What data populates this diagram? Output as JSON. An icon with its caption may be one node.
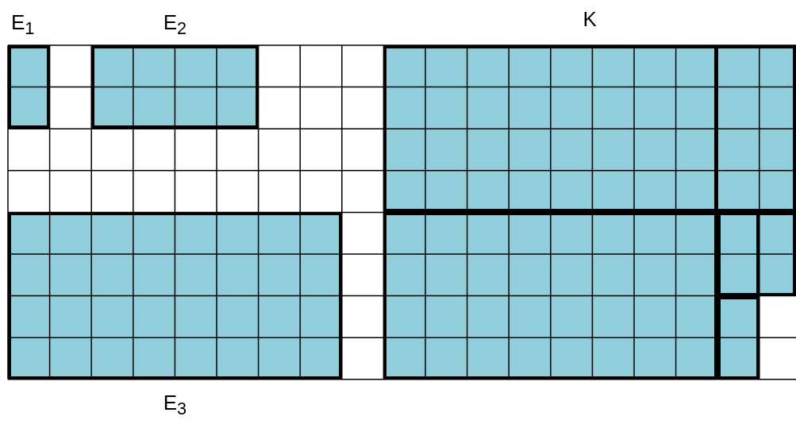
{
  "diagram": {
    "nodes": [
      {
        "text": [
          "E$_{1}$"
        ]
      },
      {
        "text": [
          "E$_{2}$"
        ]
      },
      {
        "text": [
          "E$_{3}$"
        ]
      },
      {
        "text": [
          "K"
        ]
      },
      {
        "text": [],
        "shape": "box",
        "in": 3
      },
      {
        "text": [],
        "shape": "box",
        "in": 3
      },
      {
        "text": [],
        "shape": "box",
        "in": 3
      },
      {
        "text": [],
        "shape": "box",
        "in": 3
      },
      {
        "text": [],
        "shape": "box",
        "in": 3
      },
      {
        "text": [],
        "shape": "box",
        "in": 3
      }
    ],
    "edges": []
  }
}
